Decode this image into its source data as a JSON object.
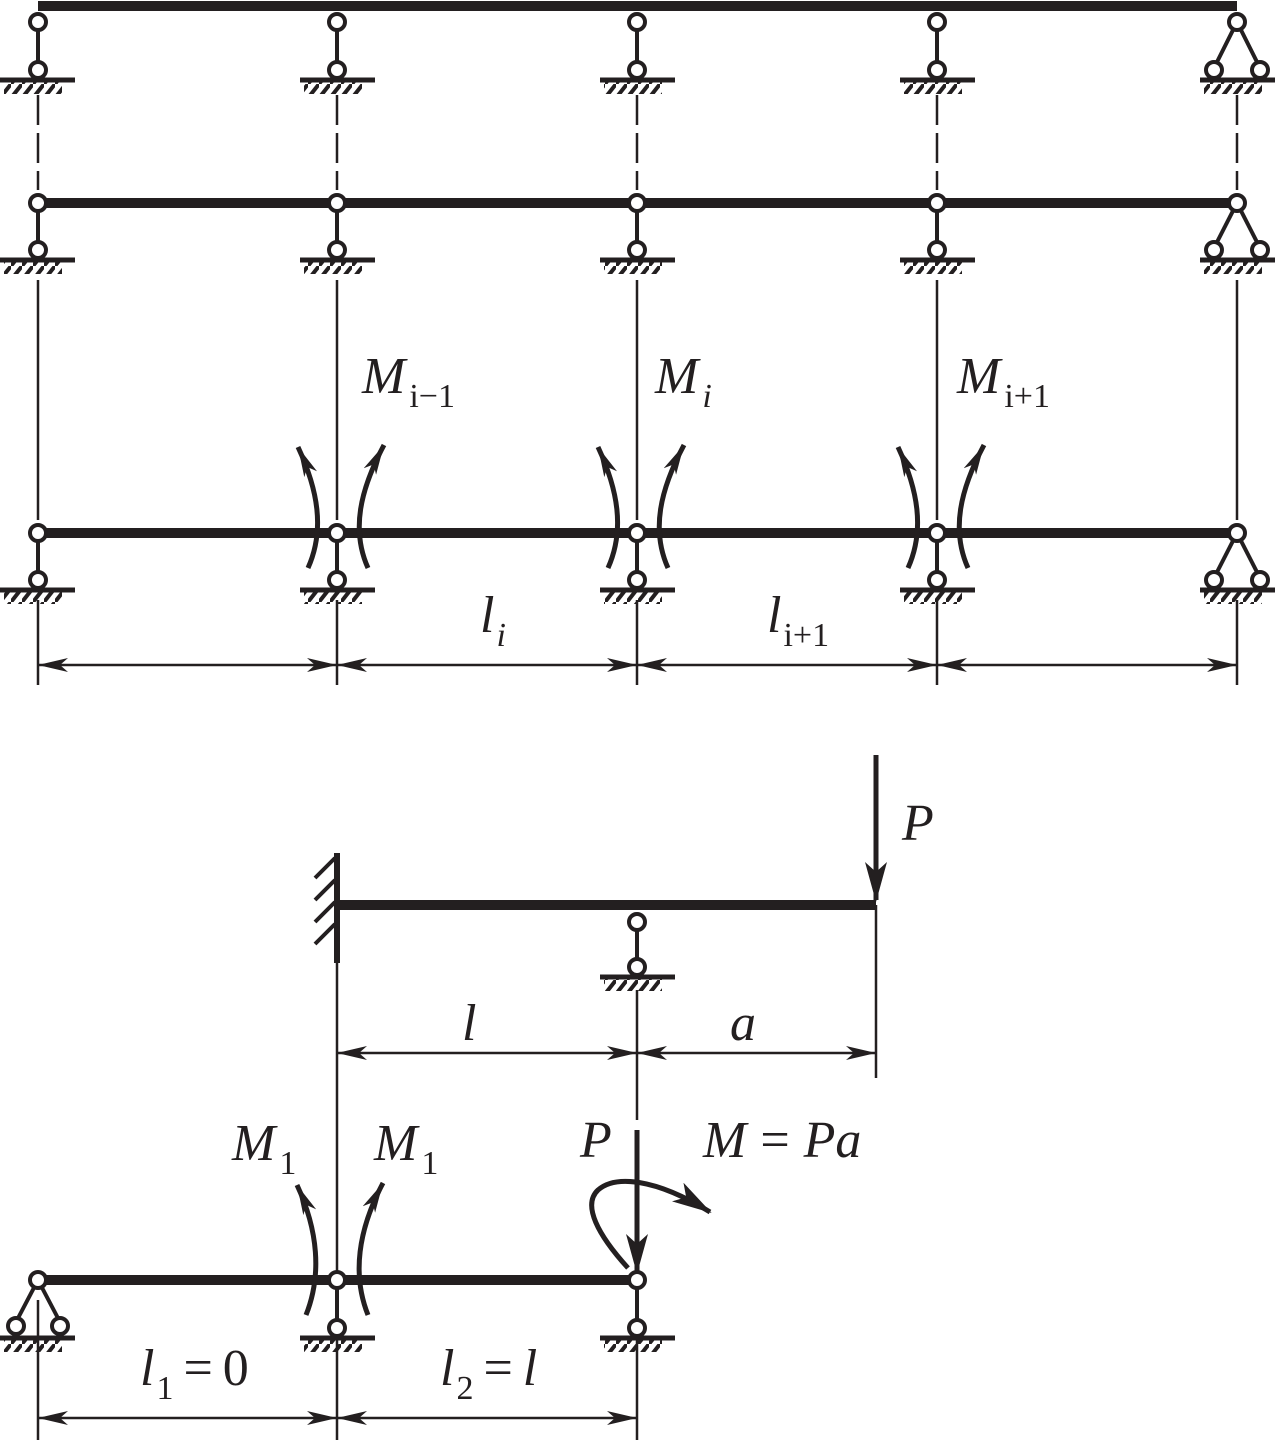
{
  "diagram": {
    "top": {
      "moment_labels": [
        {
          "main": "M",
          "sub": "i−1"
        },
        {
          "main": "M",
          "sub": "i"
        },
        {
          "main": "M",
          "sub": "i+1"
        }
      ],
      "span_labels": [
        {
          "main": "l",
          "sub": "i"
        },
        {
          "main": "l",
          "sub": "i+1"
        }
      ]
    },
    "bottom": {
      "force_label": "P",
      "span_l": "l",
      "span_a": "a",
      "moment_label_left": {
        "main": "M",
        "sub": "1"
      },
      "moment_label_right": {
        "main": "M",
        "sub": "1"
      },
      "load_P": "P",
      "load_M": {
        "lhs": "M",
        "eq": "=",
        "rhs": "Pa"
      },
      "span1": {
        "main": "l",
        "sub": "1",
        "eq": "=",
        "val": "0"
      },
      "span2": {
        "main": "l",
        "sub": "2",
        "eq": "=",
        "val": "l"
      }
    }
  },
  "colors": {
    "ink": "#231f20",
    "background": "#ffffff"
  }
}
